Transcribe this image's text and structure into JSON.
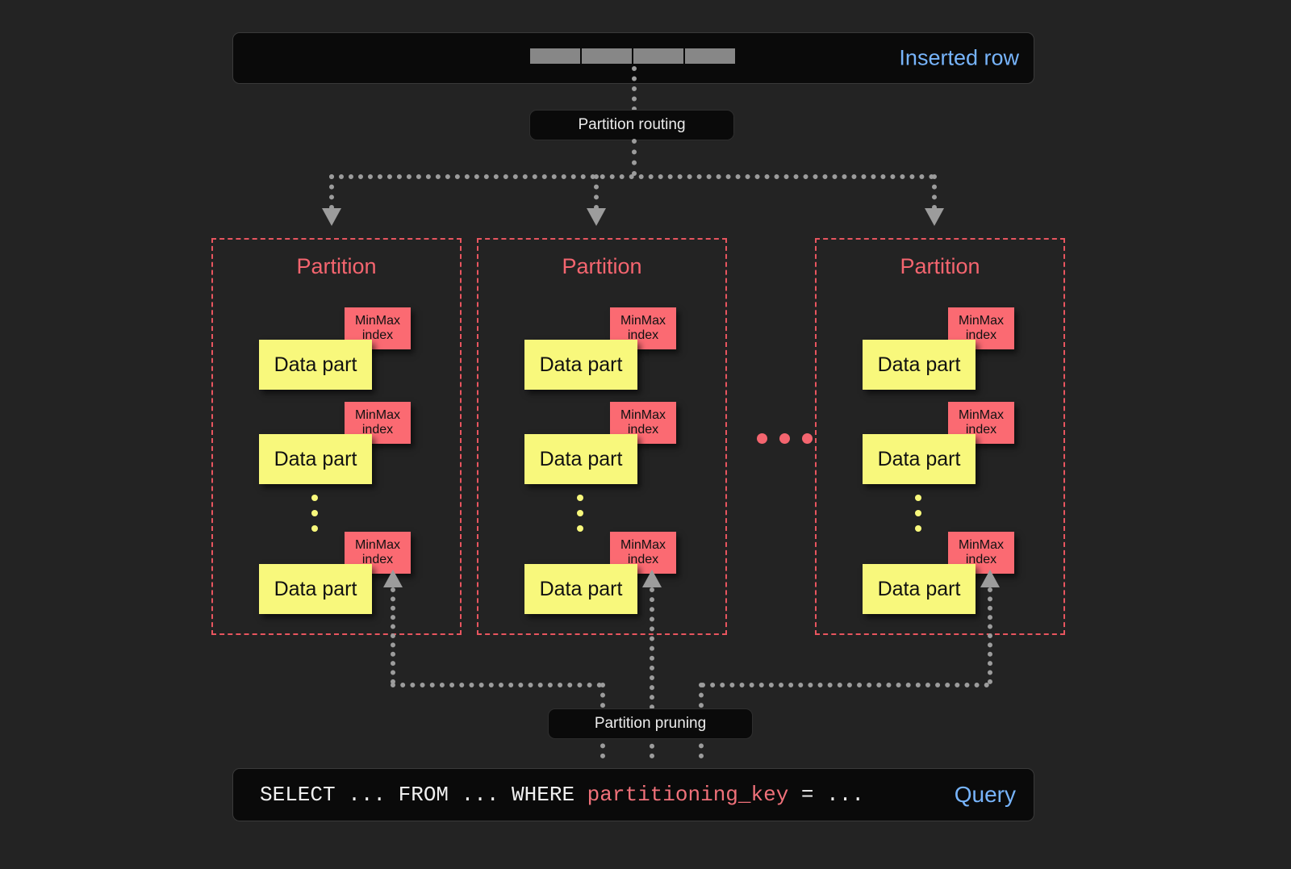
{
  "diagram": {
    "title_top": "Inserted row",
    "title_bottom": "Query",
    "inserted_row": {
      "label": "Inserted row",
      "cell_count": 4
    },
    "routing_chip": "Partition routing",
    "pruning_chip": "Partition pruning",
    "partition_label": "Partition",
    "data_part_label": "Data part",
    "minmax_index_label": "MinMax\nindex",
    "minmax_line1": "MinMax",
    "minmax_line2": "index",
    "ellipsis_between_partitions": "• • •",
    "query": {
      "prefix": "SELECT ... FROM ... WHERE ",
      "column": "partitioning_key",
      "suffix": " = ...",
      "full": "SELECT ... FROM ... WHERE partitioning_key = ...",
      "label": "Query"
    },
    "partitions": [
      {
        "title": "Partition",
        "parts": [
          {
            "label": "Data part",
            "index": "MinMax index"
          },
          {
            "label": "Data part",
            "index": "MinMax index"
          },
          {
            "label": "Data part",
            "index": "MinMax index"
          }
        ]
      },
      {
        "title": "Partition",
        "parts": [
          {
            "label": "Data part",
            "index": "MinMax index"
          },
          {
            "label": "Data part",
            "index": "MinMax index"
          },
          {
            "label": "Data part",
            "index": "MinMax index"
          }
        ]
      },
      {
        "title": "Partition",
        "parts": [
          {
            "label": "Data part",
            "index": "MinMax index"
          },
          {
            "label": "Data part",
            "index": "MinMax index"
          },
          {
            "label": "Data part",
            "index": "MinMax index"
          }
        ]
      }
    ]
  },
  "colors": {
    "background": "#232323",
    "panel": "#0a0a0a",
    "accent_blue": "#77b4fb",
    "accent_red": "#f4656f",
    "index_pink": "#fb6a72",
    "data_part_yellow": "#f8f87c",
    "connector_gray": "#9c9c9c"
  }
}
